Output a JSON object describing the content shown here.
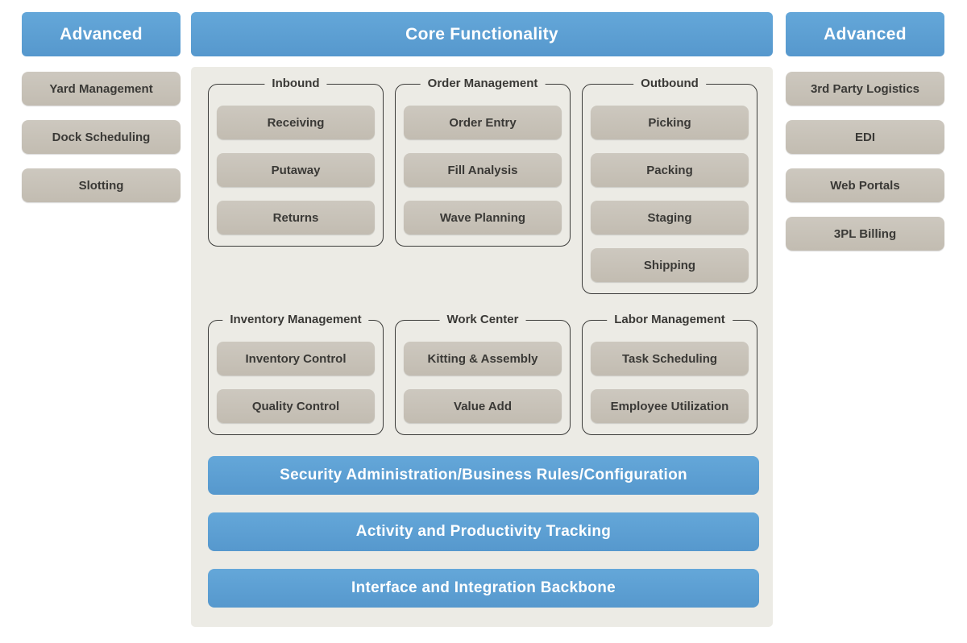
{
  "colors": {
    "accent_blue": "#5b9fd3",
    "button_gray": "#c8c2b7",
    "panel_gray": "#ecebe5",
    "text_dark": "#3a3936",
    "text_light": "#ffffff"
  },
  "header": {
    "left": "Advanced",
    "center": "Core Functionality",
    "right": "Advanced"
  },
  "left_column": {
    "items": [
      "Yard Management",
      "Dock Scheduling",
      "Slotting"
    ]
  },
  "right_column": {
    "items": [
      "3rd Party Logistics",
      "EDI",
      "Web Portals",
      "3PL Billing"
    ]
  },
  "core": {
    "row1": [
      {
        "title": "Inbound",
        "items": [
          "Receiving",
          "Putaway",
          "Returns"
        ]
      },
      {
        "title": "Order Management",
        "items": [
          "Order Entry",
          "Fill Analysis",
          "Wave Planning"
        ]
      },
      {
        "title": "Outbound",
        "items": [
          "Picking",
          "Packing",
          "Staging",
          "Shipping"
        ]
      }
    ],
    "row2": [
      {
        "title": "Inventory Management",
        "items": [
          "Inventory Control",
          "Quality Control"
        ]
      },
      {
        "title": "Work Center",
        "items": [
          "Kitting & Assembly",
          "Value Add"
        ]
      },
      {
        "title": "Labor Management",
        "items": [
          "Task Scheduling",
          "Employee Utilization"
        ]
      }
    ],
    "bars": [
      "Security Administration/Business Rules/Configuration",
      "Activity and Productivity Tracking",
      "Interface and Integration Backbone"
    ]
  }
}
